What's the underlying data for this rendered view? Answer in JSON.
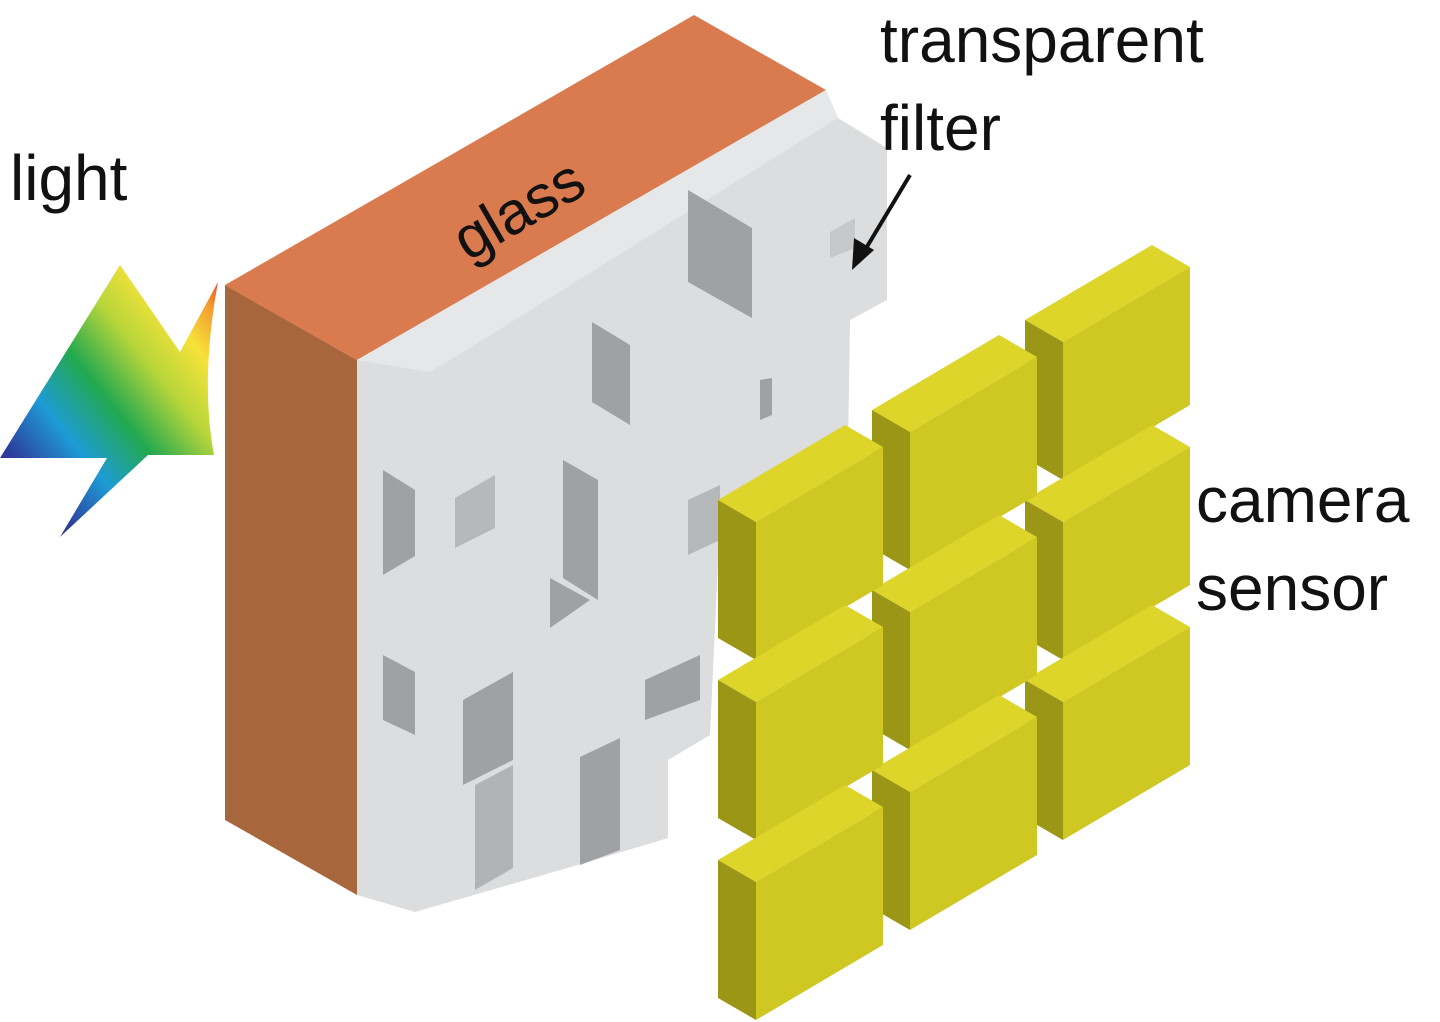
{
  "labels": {
    "light": "light",
    "glass": "glass",
    "filter_line1": "transparent",
    "filter_line2": "filter",
    "camera_line1": "camera",
    "camera_line2": "sensor"
  },
  "colors": {
    "glass_top": "#D97B4E",
    "glass_side": "#A8663D",
    "filter_front": "#DCDDDE",
    "filter_shade": "#A0A1A4",
    "sensor_front": "#CFC722",
    "sensor_top": "#DDD52A",
    "sensor_side": "#9C9616"
  },
  "icons": {
    "light": "rainbow-light-arrow-icon",
    "pointer": "arrow-icon"
  }
}
